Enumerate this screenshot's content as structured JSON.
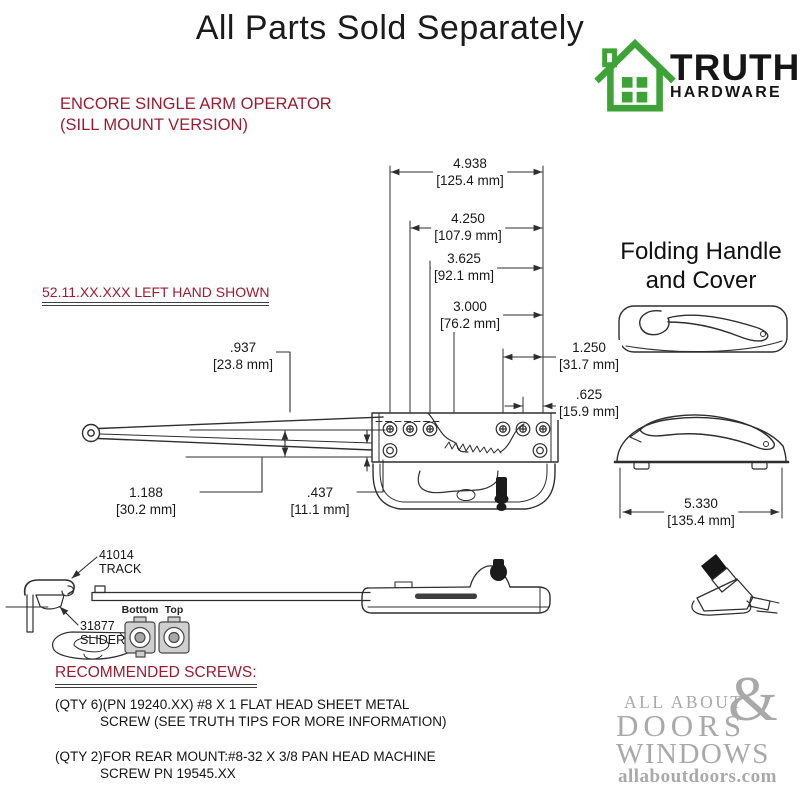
{
  "colors": {
    "accent_red": "#9b1c31",
    "brand_green": "#3ea336",
    "logo_gray": "#a9a9a9",
    "ink": "#1d1d1d",
    "line": "#2e2e2e"
  },
  "title": "All Parts Sold Separately",
  "brand": {
    "word1": "TRUTH",
    "word2": "HARDWARE"
  },
  "product": {
    "name_line1": "ENCORE SINGLE ARM OPERATOR",
    "name_line2": "(SILL MOUNT VERSION)",
    "variant_note": "52.11.XX.XXX LEFT HAND SHOWN"
  },
  "dims": [
    {
      "in": "4.938",
      "mm": "[125.4 mm]"
    },
    {
      "in": "4.250",
      "mm": "[107.9 mm]"
    },
    {
      "in": "3.625",
      "mm": "[92.1 mm]"
    },
    {
      "in": "3.000",
      "mm": "[76.2 mm]"
    },
    {
      "in": ".937",
      "mm": "[23.8 mm]"
    },
    {
      "in": "1.250",
      "mm": "[31.7 mm]"
    },
    {
      "in": ".625",
      "mm": "[15.9 mm]"
    },
    {
      "in": "1.188",
      "mm": "[30.2 mm]"
    },
    {
      "in": ".437",
      "mm": "[11.1 mm]"
    }
  ],
  "handle": {
    "title_line1": "Folding Handle",
    "title_line2": "and Cover",
    "dim": {
      "in": "5.330",
      "mm": "[135.4 mm]"
    }
  },
  "parts": {
    "track_number": "41014",
    "track_name": "TRACK",
    "slider_number": "31877",
    "slider_name": "SLIDER",
    "clip_left": "Bottom",
    "clip_right": "Top"
  },
  "screws": {
    "heading": "RECOMMENDED SCREWS:",
    "item1_line1": "(QTY 6)(PN 19240.XX) #8 X 1 FLAT HEAD SHEET METAL",
    "item1_line2": "SCREW (SEE TRUTH TIPS FOR MORE INFORMATION)",
    "item2_line1": "(QTY 2)FOR REAR MOUNT:#8-32 X 3/8 PAN HEAD MACHINE",
    "item2_line2": "SCREW PN 19545.XX"
  },
  "footer": {
    "logo_line1": "ALL ABOUT",
    "logo_line2": "DOORS",
    "logo_amp": "&",
    "logo_line3": "WINDOWS",
    "logo_url": "allaboutdoors.com"
  }
}
